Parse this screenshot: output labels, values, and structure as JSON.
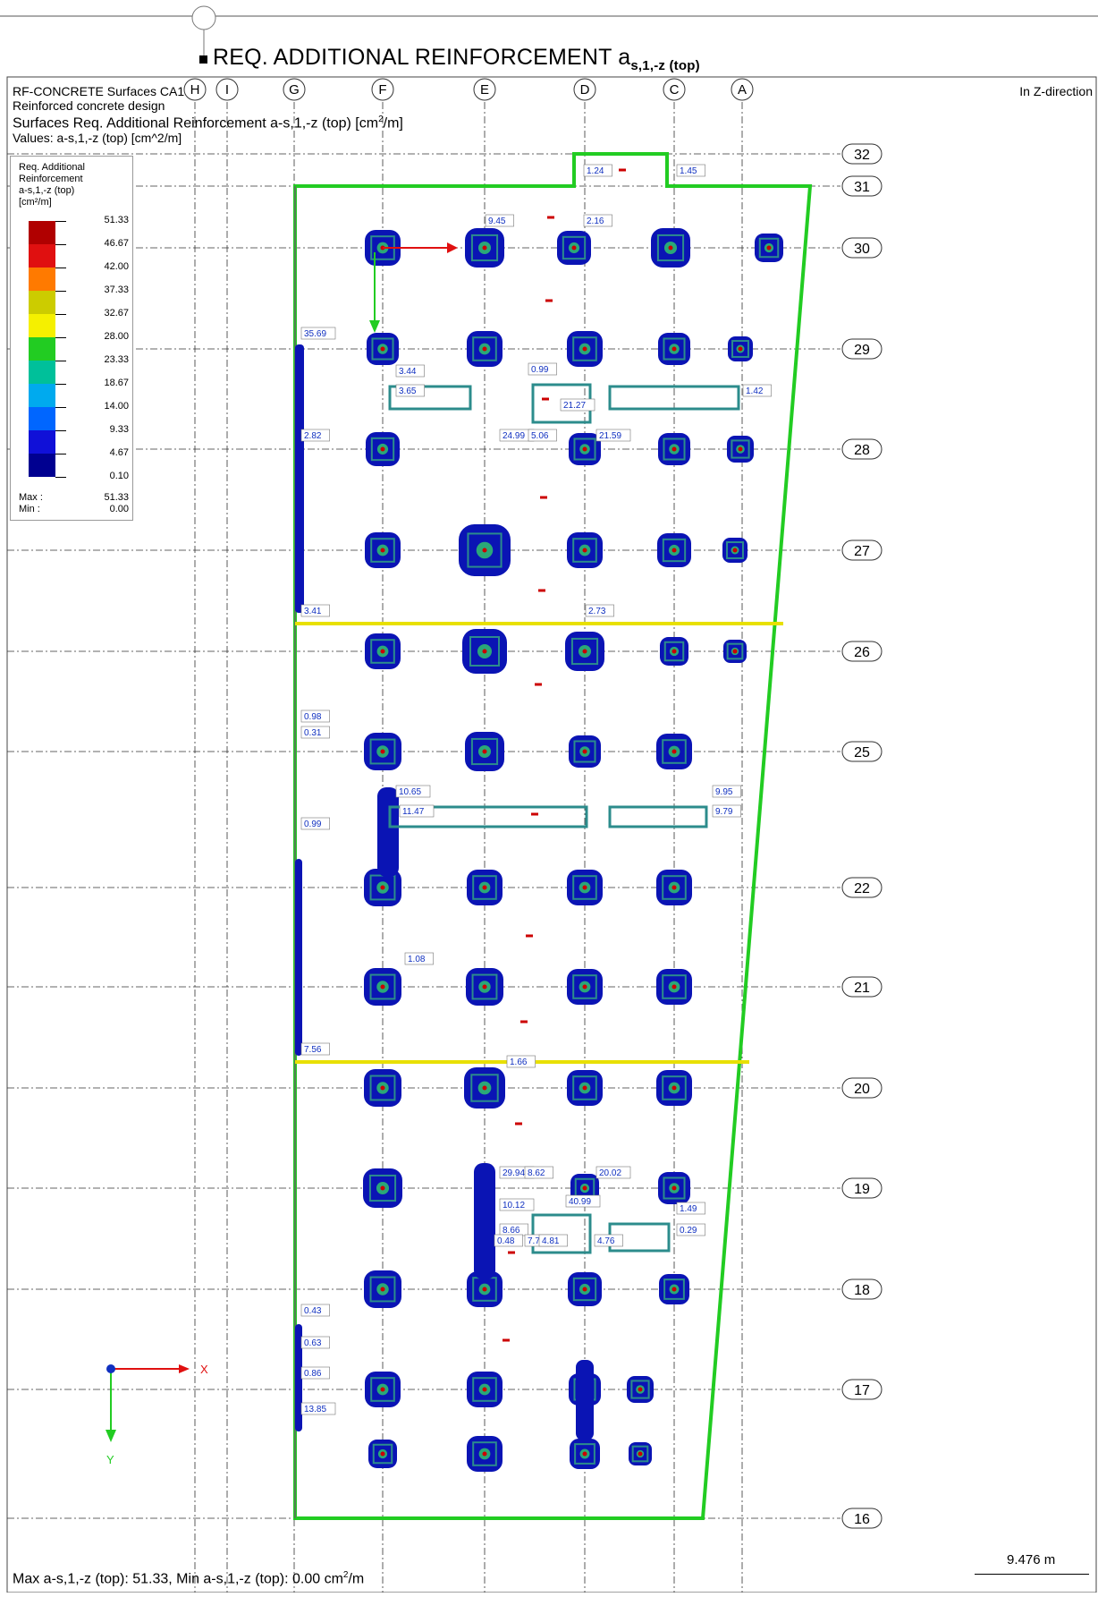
{
  "header": {
    "title": "REQ. ADDITIONAL REINFORCEMENT a",
    "title_sub": "s,1,-z (top)"
  },
  "info": {
    "line1": "RF-CONCRETE Surfaces CA1",
    "line2": "Reinforced concrete design",
    "line3": "Surfaces Req. Additional Reinforcement a-s,1,-z (top) [cm",
    "line3_sup": "2",
    "line3_end": "/m]",
    "line4": "Values: a-s,1,-z (top) [cm^2/m]"
  },
  "direction_label": "In Z-direction",
  "legend": {
    "title_lines": [
      "Req. Additional",
      "Reinforcement",
      "a-s,1,-z (top)",
      "[cm²/m]"
    ],
    "values": [
      "51.33",
      "46.67",
      "42.00",
      "37.33",
      "32.67",
      "28.00",
      "23.33",
      "18.67",
      "14.00",
      "9.33",
      "4.67",
      "0.10"
    ],
    "colors": [
      "#b00000",
      "#e01010",
      "#ff7a00",
      "#cccc00",
      "#f5f000",
      "#22cc22",
      "#00c09a",
      "#00aaee",
      "#0066ff",
      "#1010d8",
      "#000090"
    ],
    "max_label": "Max :",
    "max_value": "51.33",
    "min_label": "Min :",
    "min_value": "0.00"
  },
  "grid": {
    "columns": [
      "H",
      "I",
      "G",
      "F",
      "E",
      "D",
      "C",
      "A"
    ],
    "rows": [
      "32",
      "31",
      "30",
      "29",
      "28",
      "27",
      "26",
      "25",
      "22",
      "21",
      "20",
      "19",
      "18",
      "17",
      "16"
    ]
  },
  "value_labels": [
    "1.24",
    "1.45",
    "2.16",
    "9.45",
    "35.69",
    "3.44",
    "3.65",
    "0.99",
    "21.27",
    "1.42",
    "2.82",
    "24.99",
    "5.06",
    "21.59",
    "3.41",
    "2.73",
    "0.98",
    "0.31",
    "10.65",
    "11.47",
    "9.95",
    "9.79",
    "0.99",
    "1.08",
    "7.56",
    "1.66",
    "29.94",
    "8.62",
    "20.02",
    "40.99",
    "10.12",
    "8.66",
    "0.48",
    "7.74",
    "4.81",
    "4.76",
    "1.49",
    "0.29",
    "0.43",
    "0.63",
    "0.86",
    "13.85"
  ],
  "axes": {
    "x": "X",
    "y": "Y"
  },
  "scale_label": "9.476 m",
  "footer": "Max a-s,1,-z (top): 51.33, Min a-s,1,-z (top): 0.00 cm",
  "footer_sup": "2",
  "footer_end": "/m",
  "colors": {
    "slab_edge": "#22cc22",
    "support_line": "#e8e000",
    "pattern": "#0a14b4",
    "opening": "#2c8c8c",
    "member": "#cc0000"
  }
}
